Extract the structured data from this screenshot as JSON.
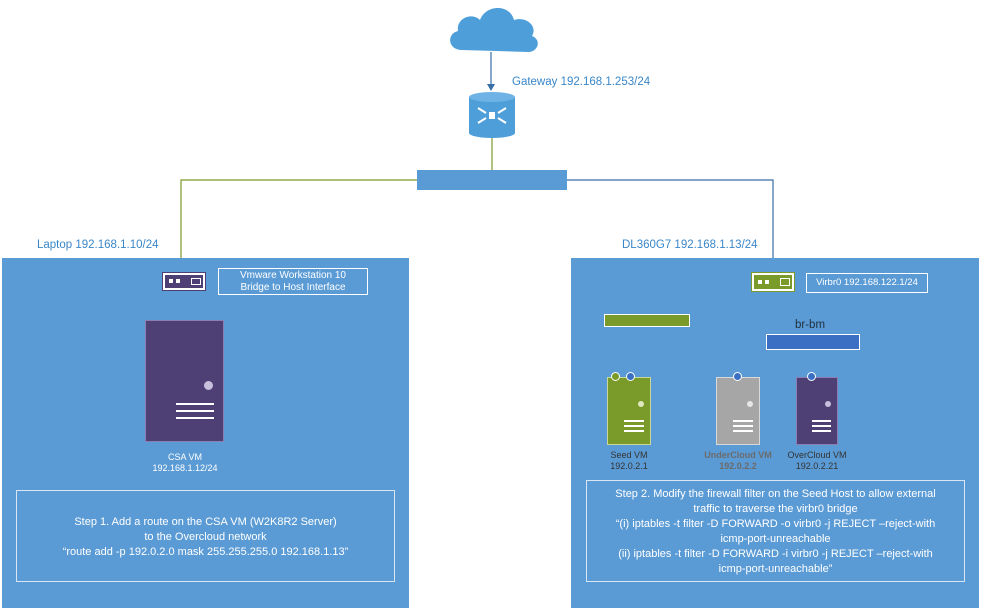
{
  "gateway": {
    "label": "Gateway 192.168.1.253/24"
  },
  "laptop": {
    "label": "Laptop 192.168.1.10/24",
    "bridge_box": [
      "Vmware Workstation 10",
      "Bridge to Host Interface"
    ],
    "vm_name": "CSA VM",
    "vm_ip": "192.168.1.12/24",
    "step1": {
      "line1": "Step 1. Add a route on the CSA VM (W2K8R2 Server)",
      "line2": "to the Overcloud network",
      "line3": "“route add -p 192.0.2.0 mask 255.255.255.0 192.168.1.13”"
    }
  },
  "host": {
    "label": "DL360G7 192.168.1.13/24",
    "virbr_box": "Virbr0 192.168.122.1/24",
    "bridge_label": "br-bm",
    "vms": [
      {
        "name": "Seed VM",
        "ip": "192.0.2.1"
      },
      {
        "name": "UnderCloud VM",
        "ip": "192.0.2.2"
      },
      {
        "name": "OverCloud VM",
        "ip": "192.0.2.21"
      }
    ],
    "step2": {
      "line1": "Step 2. Modify the firewall filter on the Seed Host to allow external",
      "line2": "traffic to traverse the virbr0 bridge",
      "line3": "“(i) iptables -t filter -D FORWARD -o virbr0 -j REJECT –reject-with",
      "line4": "icmp-port-unreachable",
      "line5": "(ii)  iptables -t filter -D FORWARD -i virbr0 -j REJECT –reject-with",
      "line6": "icmp-port-unreachable”"
    }
  },
  "colors": {
    "panel": "#5b9bd5",
    "green": "#7a9a2a",
    "purple": "#4e3f75",
    "gray": "#a6a6a6",
    "bridge_blue": "#3b6fc4"
  }
}
